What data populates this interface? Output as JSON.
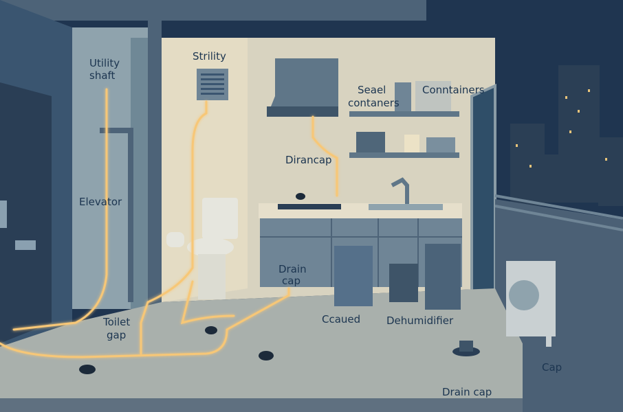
{
  "labels": {
    "utility_shaft_1": "Utility",
    "utility_shaft_2": "shaft",
    "strility": "Strility",
    "sealed_1": "Seael",
    "sealed_2": "contaners",
    "containers": "Conntainers",
    "dirancap": "Dirancap",
    "elevator": "Elevator",
    "drain_cap_1": "Drain",
    "drain_cap_2": "cap",
    "toilet_gap_1": "Toilet",
    "toilet_gap_2": "gap",
    "ccaued": "Ccaued",
    "dehumidifier": "Dehumidifier",
    "cap": "Cap",
    "drain_cap_bottom": "Drain cap"
  },
  "colors": {
    "glow": "#f7c777",
    "wall": "#d8d3c0",
    "sky": "#1f3550",
    "cabinet": "#6f8596"
  }
}
